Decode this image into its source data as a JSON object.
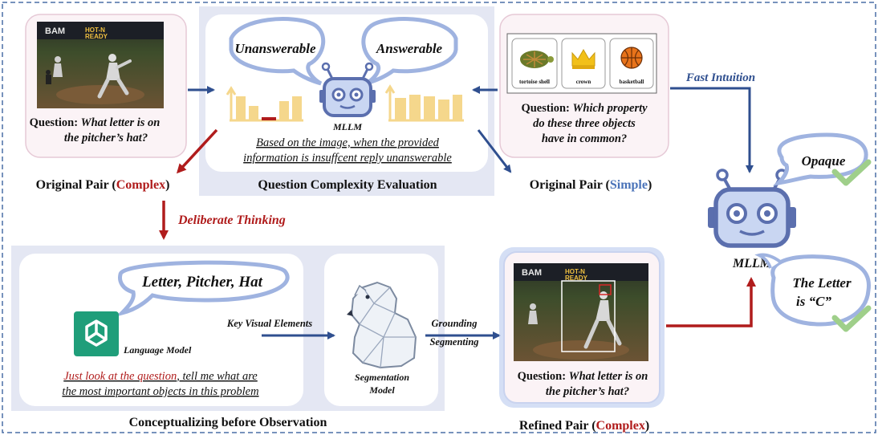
{
  "colors": {
    "border": "#4a6fa5",
    "arrow_blue": "#2f4f8f",
    "arrow_red": "#b01c1c",
    "panel": "#e4e7f3",
    "robot": "#5b6fae",
    "robot_face": "#c9d6f2",
    "bubble": "#9fb3e0",
    "check": "#9fcf8a",
    "bar": "#f5d78c",
    "red_text": "#b01c1c",
    "blue_text": "#4a73b9"
  },
  "icons": {
    "robot": "robot-icon",
    "bear": "polar-bear-icon",
    "openai": "openai-logo-icon",
    "check": "check-mark-icon"
  },
  "top_left": {
    "q_prefix": "Question",
    "q_text_1": "What letter is on",
    "q_text_2": "the pitcher’s hat?",
    "caption_prefix": "Original Pair (",
    "caption_highlight": "Complex",
    "caption_suffix": ")"
  },
  "evaluation": {
    "bubble_left": "Unanswerable",
    "bubble_right": "Answerable",
    "robot_label": "MLLM",
    "note_1": "Based on the image, when the provided",
    "note_2": "information is insuffcent reply unanswerable",
    "title": "Question Complexity Evaluation"
  },
  "top_right": {
    "items": [
      "tortoise shell",
      "crown",
      "basketball"
    ],
    "q_prefix": "Question:",
    "q_text_1": "Which property",
    "q_text_2": "do these three objects",
    "q_text_3": "have in common?",
    "caption_prefix": "Original Pair (",
    "caption_highlight": "Simple",
    "caption_suffix": ")"
  },
  "fast_label": "Fast Intuition",
  "deliberate_label": "Deliberate Thinking",
  "concept": {
    "bubble_text": "Letter, Pitcher, Hat",
    "lm_label": "Language Model",
    "prompt_red": "Just look at the question",
    "prompt_rest_1": ", tell me what are",
    "prompt_rest_2": "the most important objects in this problem",
    "title": "Conceptualizing before Observation"
  },
  "kve_label": "Key Visual Elements",
  "seg": {
    "label_1": "Segmentation",
    "label_2": "Model"
  },
  "grounding": {
    "line_1": "Grounding",
    "line_2": "Segmenting"
  },
  "refined": {
    "q_prefix": "Question",
    "q_text_1": "What letter is on",
    "q_text_2": "the pitcher’s hat?",
    "caption_prefix": "Refined  Pair (",
    "caption_highlight": "Complex",
    "caption_suffix": ")"
  },
  "right": {
    "robot_label": "MLLM",
    "answer_1": "Opaque",
    "answer_2_line_1": "The Letter",
    "answer_2_line_2": "is “C”"
  }
}
